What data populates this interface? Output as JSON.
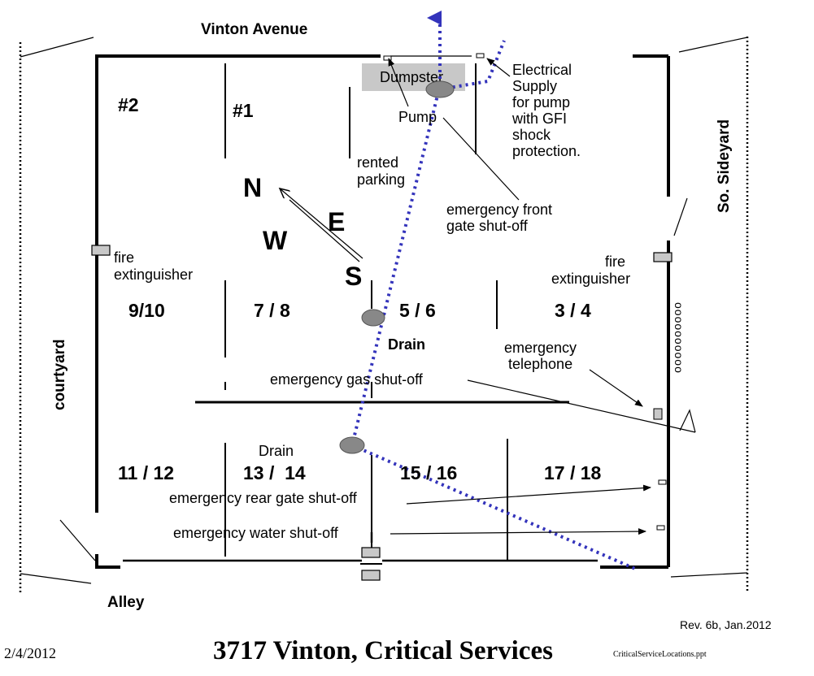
{
  "streets": {
    "north": "Vinton Avenue",
    "west": "courtyard",
    "south": "Alley",
    "east": "So. Sideyard"
  },
  "units": {
    "u2": "#2",
    "u1": "#1",
    "u9_10": "9/10",
    "u7_8": "7 / 8",
    "u5_6": "5 / 6",
    "u3_4": "3 / 4",
    "u11_12": "11 / 12",
    "u13_14": "13 /  14",
    "u15_16": "15 / 16",
    "u17_18": "17 / 18"
  },
  "compass": {
    "n": "N",
    "e": "E",
    "w": "W",
    "s": "S"
  },
  "labels": {
    "dumpster": "Dumpster",
    "pump": "Pump",
    "rented_parking": [
      "rented",
      "parking"
    ],
    "electrical": [
      "Electrical",
      "Supply",
      "for pump",
      "with GFI",
      "shock",
      "protection."
    ],
    "front_gate": [
      "emergency front",
      "gate shut-off"
    ],
    "fire_ext_west": [
      "fire",
      "extinguisher"
    ],
    "fire_ext_east": [
      "fire",
      "extinguisher"
    ],
    "drain_north": "Drain",
    "drain_south": "Drain",
    "emergency_telephone": [
      "emergency",
      "telephone"
    ],
    "gas_shutoff": "emergency gas shut-off",
    "rear_gate": "emergency rear gate shut-off",
    "water_shutoff": "emergency water shut-off",
    "fence_marks": "oooooooooo"
  },
  "footer": {
    "date": "2/4/2012",
    "title": "3717 Vinton, Critical Services",
    "filename": "CriticalServiceLocations.ppt",
    "revision": "Rev. 6b,  Jan.2012"
  },
  "colors": {
    "pipe": "#3333bb",
    "drain_fill": "#888888",
    "box_fill": "#c8c8c8"
  }
}
